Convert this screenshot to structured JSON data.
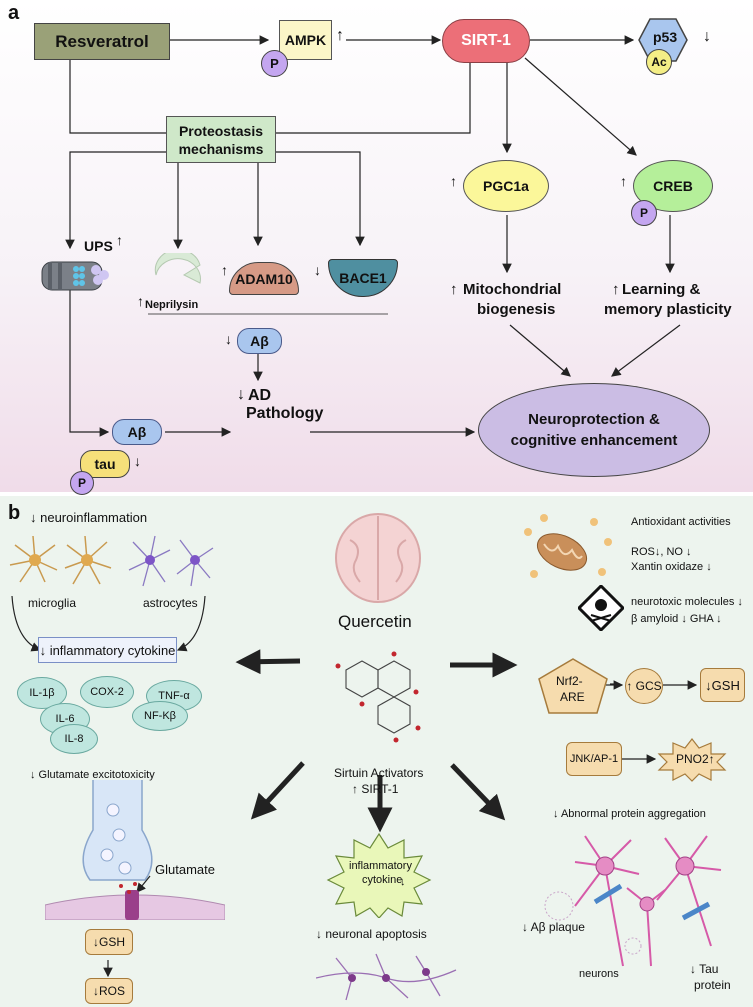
{
  "panel_a": {
    "label": "a",
    "resveratrol": "Resveratrol",
    "ampk": "AMPK",
    "ampk_arrow": "↑",
    "phospho": "P",
    "sirt1": "SIRT-1",
    "p53": "p53",
    "p53_arrow": "↓",
    "acetyl": "Ac",
    "proteostasis_line1": "Proteostasis",
    "proteostasis_line2": "mechanisms",
    "ups": "UPS",
    "ups_arrow": "↑",
    "neprilysin": "Neprilysin",
    "neprilysin_arrow": "↑",
    "adam10": "ADAM10",
    "adam10_arrow": "↑",
    "bace1": "BACE1",
    "bace1_arrow": "↓",
    "abeta": "Aβ",
    "abeta_arrow": "↓",
    "abeta2": "Aβ",
    "tau": "tau",
    "tau_arrow": "↓",
    "ad_line1": "AD",
    "ad_line2": "Pathology",
    "ad_arrow": "↓",
    "pgc1a": "PGC1a",
    "pgc1a_arrow": "↑",
    "creb": "CREB",
    "creb_arrow": "↑",
    "mito_line1": "Mitochondrial",
    "mito_line2": "biogenesis",
    "mito_arrow": "↑",
    "learn_line1": "Learning &",
    "learn_line2": "memory plasticity",
    "learn_arrow": "↑",
    "neuro_line1": "Neuroprotection &",
    "neuro_line2": "cognitive enhancement"
  },
  "panel_b": {
    "label": "b",
    "neuroinflammation": "↓ neuroinflammation",
    "microglia": "microglia",
    "astrocytes": "astrocytes",
    "inflammatory_cytokine": "↓ inflammatory cytokine",
    "cytokines": [
      "IL-1β",
      "COX-2",
      "TNF-α",
      "IL-6",
      "NF-Kβ",
      "IL-8"
    ],
    "glutamate_excitotoxicity": "↓ Glutamate excitotoxicity",
    "glutamate": "Glutamate",
    "gsh_left": "↓GSH",
    "ros_left": "↓ROS",
    "quercetin": "Quercetin",
    "sirtuin_line1": "Sirtuin Activators",
    "sirtuin_line2": "↑ SIRT-1",
    "center_cytokine_line1": "inflammatory",
    "center_cytokine_line2": "cytokine",
    "center_cytokine_arrow": "↓",
    "neuronal_apoptosis": "↓   neuronal apoptosis",
    "antioxidant": "Antioxidant activities",
    "ros_no": "ROS↓, NO ↓",
    "xantin": "Xantin oxidaze  ↓",
    "neurotoxic": "neurotoxic molecules  ↓",
    "beta_amyloid": "β amyloid  ↓     GHA ↓",
    "nrf2_line1": "Nrf2-",
    "nrf2_line2": "ARE",
    "gcs": "↑ GCS",
    "gsh_right": "↓GSH",
    "jnk": "JNK/AP-1",
    "pno2": "PNO2↑",
    "abnormal_protein": "↓ Abnormal protein aggregation",
    "abeta_plaque": "↓ Aβ plaque",
    "neurons": "neurons",
    "tau_line1": "↓ Tau",
    "tau_line2": "protein"
  },
  "colors": {
    "resveratrol": "#9aa178",
    "ampk": "#fbf6c8",
    "sirt1": "#ec6f78",
    "p53": "#a9c6ee",
    "phospho": "#c4a6f0",
    "acetyl": "#f4ee86",
    "proteostasis": "#cfe8c9",
    "pgc1a": "#fbf79a",
    "creb": "#b5ef9a",
    "adam10": "#d69a86",
    "bace1": "#4f8fa0",
    "neprilysin": "#d9ead6",
    "abeta": "#a9c6ee",
    "tau": "#f6e07a",
    "neuro": "#cbbde4"
  }
}
